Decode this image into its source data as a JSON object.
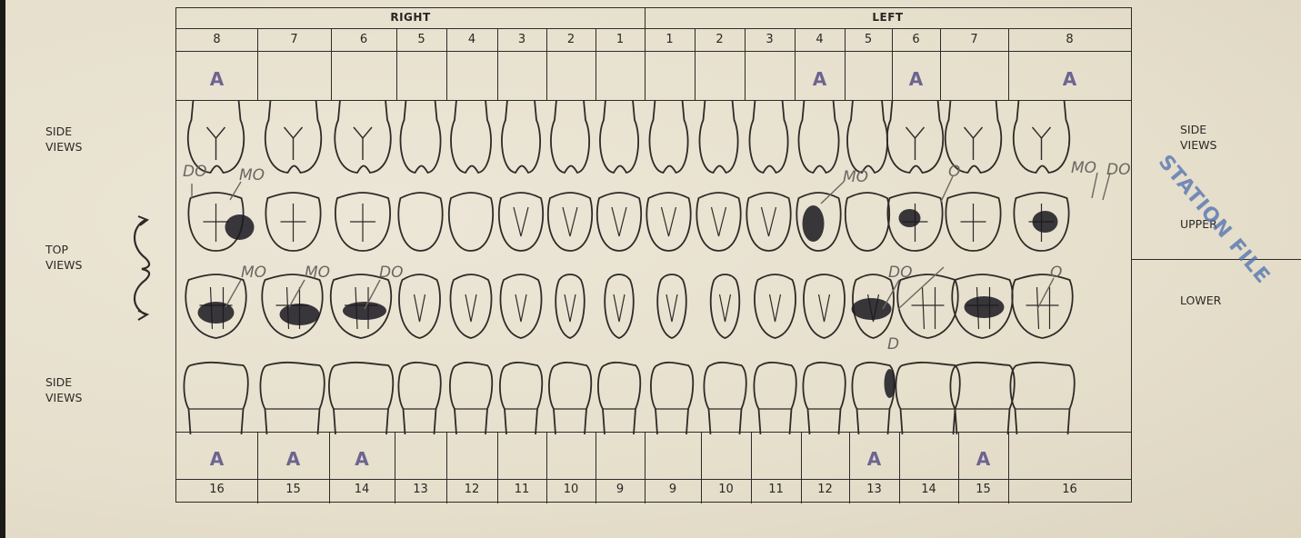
{
  "header": {
    "right": "RIGHT",
    "left": "LEFT"
  },
  "upper_numbers": [
    "8",
    "7",
    "6",
    "5",
    "4",
    "3",
    "2",
    "1",
    "1",
    "2",
    "3",
    "4",
    "5",
    "6",
    "7",
    "8"
  ],
  "lower_numbers": [
    "16",
    "15",
    "14",
    "13",
    "12",
    "11",
    "10",
    "9",
    "9",
    "10",
    "11",
    "12",
    "13",
    "14",
    "15",
    "16"
  ],
  "upper_stamps": [
    "A",
    "",
    "",
    "",
    "",
    "",
    "",
    "",
    "",
    "",
    "",
    "A",
    "",
    "A",
    "",
    "A"
  ],
  "lower_stamps": [
    "A",
    "A",
    "A",
    "",
    "",
    "",
    "",
    "",
    "",
    "",
    "",
    "",
    "A",
    "",
    "A",
    ""
  ],
  "left_labels": {
    "side_upper": [
      "SIDE",
      "VIEWS"
    ],
    "top": [
      "TOP",
      "VIEWS"
    ],
    "side_lower": [
      "SIDE",
      "VIEWS"
    ]
  },
  "right_labels": {
    "side": [
      "SIDE",
      "VIEWS"
    ],
    "upper": "UPPER",
    "lower": "LOWER"
  },
  "stamp": "STATION FILE",
  "annotations": {
    "u8r_side": "DO",
    "u8r_top": "MO",
    "u4l": "MO",
    "u6l": "O",
    "u8l_a": "MO",
    "u8l_b": "DO",
    "l8r": "MO",
    "l7r": "MO",
    "l6r": "DO",
    "l5l": "DO",
    "l7l": "O",
    "l5l_side": "D"
  },
  "colors": {
    "paper": "#e9e3d3",
    "ink": "#2e2a27",
    "stamp_blue": "#4d6fb0",
    "stamp_purple": "#5a4f86",
    "pencil": "#6b6661",
    "caries": "#1a1720"
  }
}
